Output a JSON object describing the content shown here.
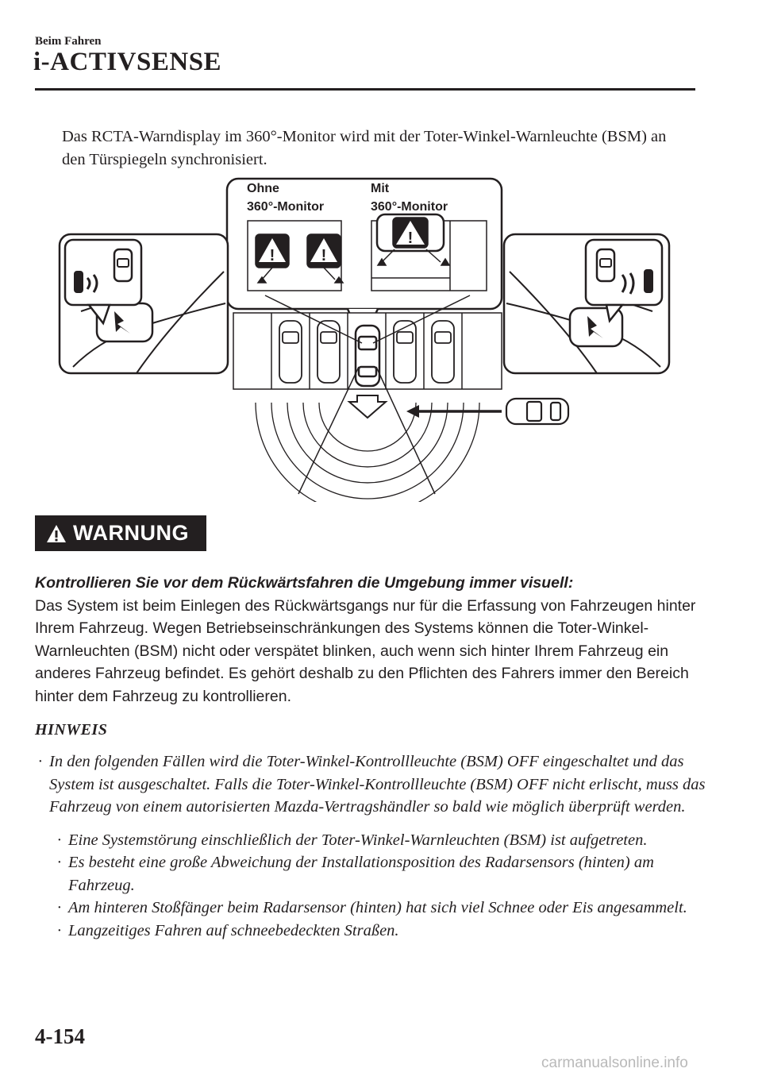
{
  "header": {
    "section": "Beim Fahren",
    "title": "i-ACTIVSENSE"
  },
  "intro": "Das RCTA-Warndisplay im 360°-Monitor wird mit der Toter-Winkel-Warnleuchte (BSM) an den Türspiegeln synchronisiert.",
  "figure": {
    "label_without_1": "Ohne",
    "label_without_2": "360°-Monitor",
    "label_with_1": "Mit",
    "label_with_2": "360°-Monitor"
  },
  "warning": {
    "banner": "WARNUNG",
    "lead": "Kontrollieren Sie vor dem Rückwärtsfahren die Umgebung immer visuell:",
    "body": "Das System ist beim Einlegen des Rückwärtsgangs nur für die Erfassung von Fahrzeugen hinter Ihrem Fahrzeug. Wegen Betriebseinschränkungen des Systems können die Toter-Winkel-Warnleuchten (BSM) nicht oder verspätet blinken, auch wenn sich hinter Ihrem Fahrzeug ein anderes Fahrzeug befindet. Es gehört deshalb zu den Pflichten des Fahrers immer den Bereich hinter dem Fahrzeug zu kontrollieren."
  },
  "note": {
    "heading": "HINWEIS",
    "bullet": "In den folgenden Fällen wird die Toter-Winkel-Kontrollleuchte (BSM) OFF eingeschaltet und das System ist ausgeschaltet. Falls die Toter-Winkel-Kontrollleuchte (BSM) OFF nicht erlischt, muss das Fahrzeug von einem autorisierten Mazda-Vertragshändler so bald wie möglich überprüft werden.",
    "sub_items": [
      "Eine Systemstörung einschließlich der Toter-Winkel-Warnleuchten (BSM) ist aufgetreten.",
      "Es besteht eine große Abweichung der Installationsposition des Radarsensors (hinten) am Fahrzeug.",
      "Am hinteren Stoßfänger beim Radarsensor (hinten) hat sich viel Schnee oder Eis angesammelt.",
      "Langzeitiges Fahren auf schneebedeckten Straßen."
    ]
  },
  "footer": {
    "page": "4-154",
    "watermark": "carmanualsonline.info"
  }
}
